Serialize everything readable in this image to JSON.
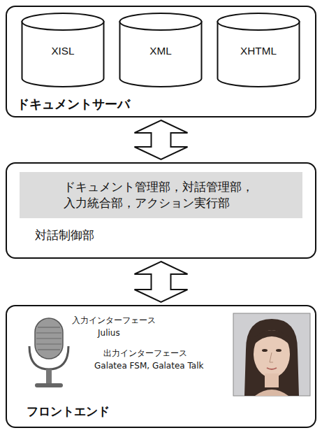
{
  "diagram": {
    "nodes": [
      {
        "text": [
          "ドキュメントサーバ"
        ]
      },
      {
        "text": [
          "XISL"
        ],
        "in": 0
      },
      {
        "text": [
          "XML"
        ],
        "in": 0
      },
      {
        "text": [
          "XHTML"
        ],
        "in": 0
      },
      {
        "text": [
          "対話制御部"
        ]
      },
      {
        "text": [
          "ドキュメント管理部，対話管理部， 入力統合部，アクション実行部"
        ],
        "in": 4
      },
      {
        "text": [
          "フロントエンド"
        ]
      }
    ],
    "edges": [
      {
        "from": 0,
        "to": 4,
        "arrow": "both"
      },
      {
        "from": 4,
        "to": 6,
        "arrow": "both"
      }
    ],
    "labels": [
      "入力インターフェース",
      "Julius",
      "出力インターフェース",
      "Galatea FSM, Galatea Talk"
    ]
  }
}
